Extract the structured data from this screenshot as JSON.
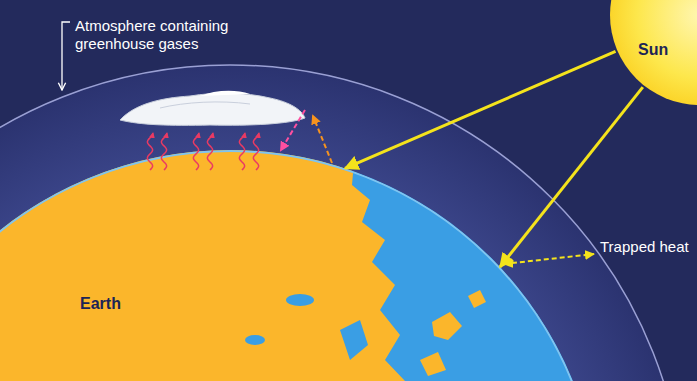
{
  "diagram": {
    "nodes": [
      {
        "text": [
          "Sun"
        ]
      },
      {
        "text": [
          "Earth"
        ]
      }
    ],
    "edges": [
      {
        "from": 0,
        "to": 1,
        "arrow": "to"
      },
      {
        "from": 0,
        "to": 1,
        "arrow": "to"
      }
    ],
    "labels": [
      "Atmosphere containing greenhouse gases",
      "Trapped heat"
    ]
  }
}
